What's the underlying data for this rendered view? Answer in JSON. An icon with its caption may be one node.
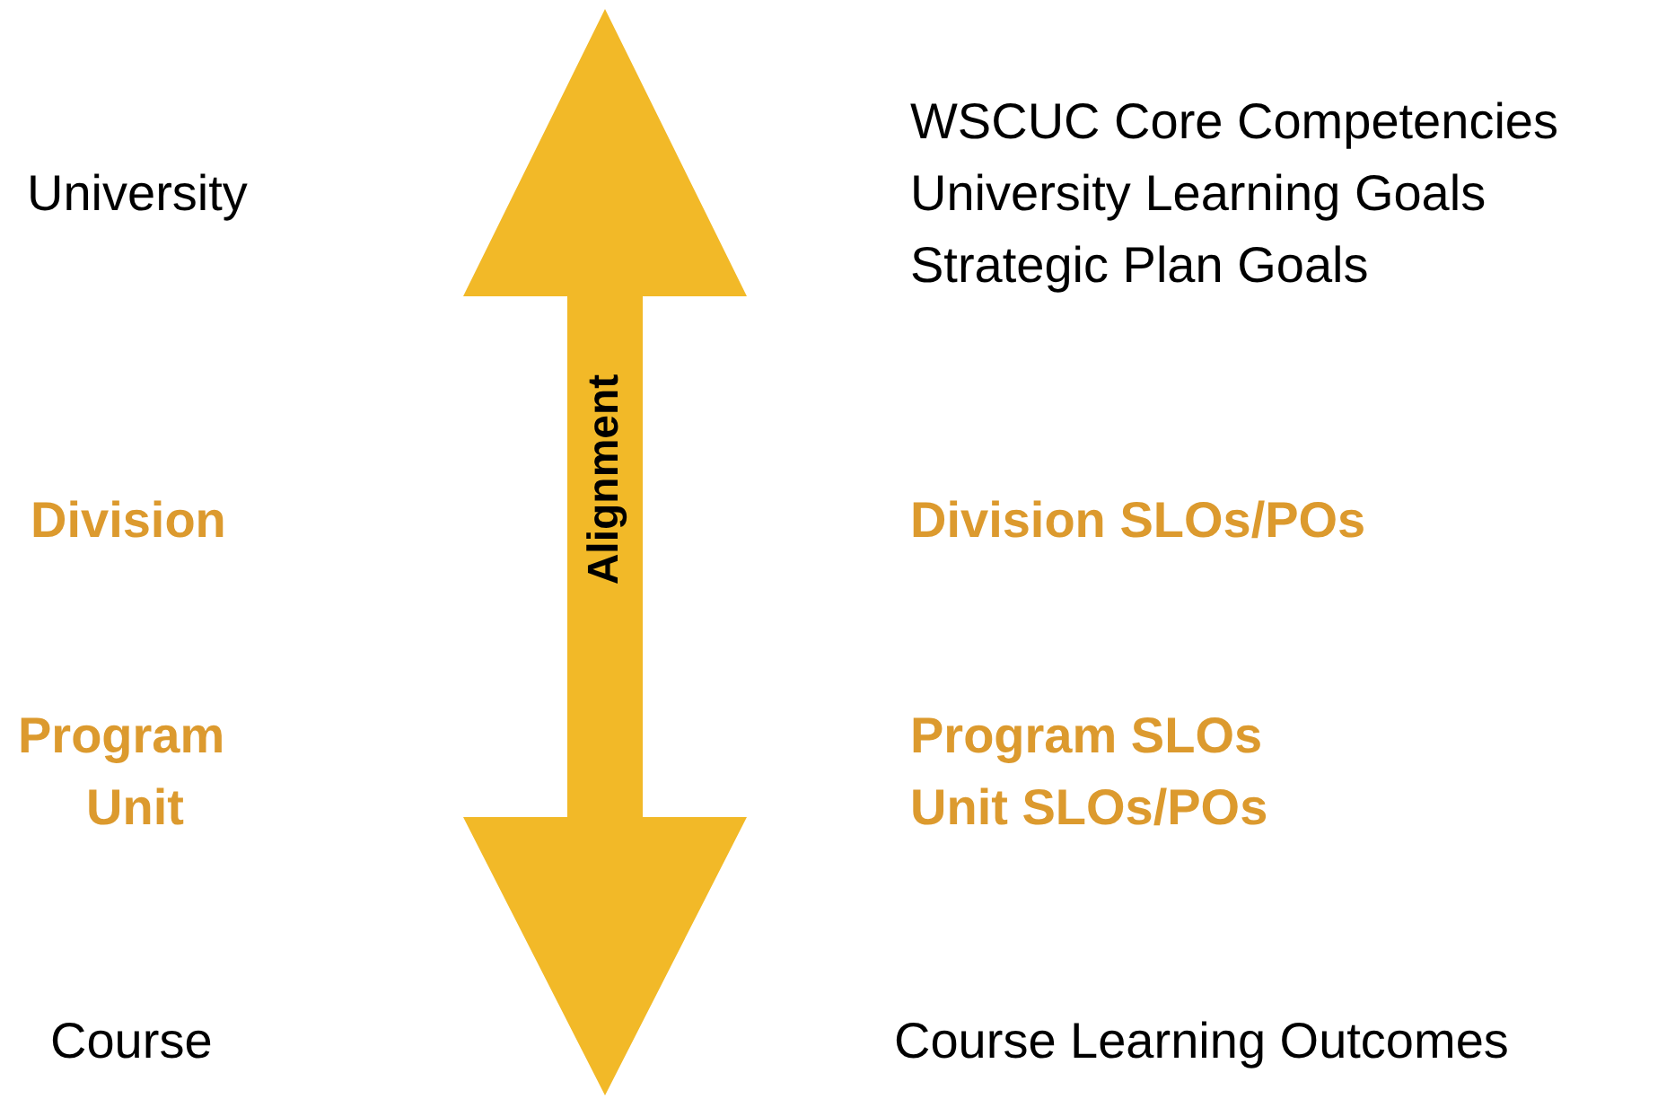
{
  "diagram": {
    "nodes": [
      {
        "text": [
          "Alignment"
        ]
      }
    ],
    "labels": [
      "WSCUC Core Competencies",
      "University",
      "University Learning Goals",
      "Strategic Plan Goals",
      "Division",
      "Division SLOs/POs",
      "Program",
      "Program SLOs",
      "Unit",
      "Unit SLOs/POs",
      "Course",
      "Course Learning Outcomes"
    ]
  }
}
